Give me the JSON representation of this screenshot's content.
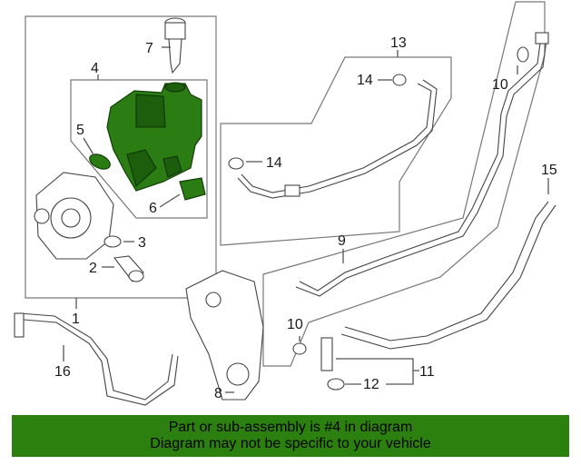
{
  "diagram": {
    "callouts": {
      "c1": "1",
      "c2": "2",
      "c3": "3",
      "c4": "4",
      "c5": "5",
      "c6": "6",
      "c7": "7",
      "c8": "8",
      "c9": "9",
      "c10a": "10",
      "c10b": "10",
      "c11": "11",
      "c12": "12",
      "c13": "13",
      "c14a": "14",
      "c14b": "14",
      "c15": "15",
      "c16": "16"
    },
    "highlight_color": "#2b7d13"
  },
  "banner": {
    "line1": "Part or sub-assembly is #4 in diagram",
    "line2": "Diagram may not be specific to your vehicle",
    "color": "#2c800f"
  }
}
